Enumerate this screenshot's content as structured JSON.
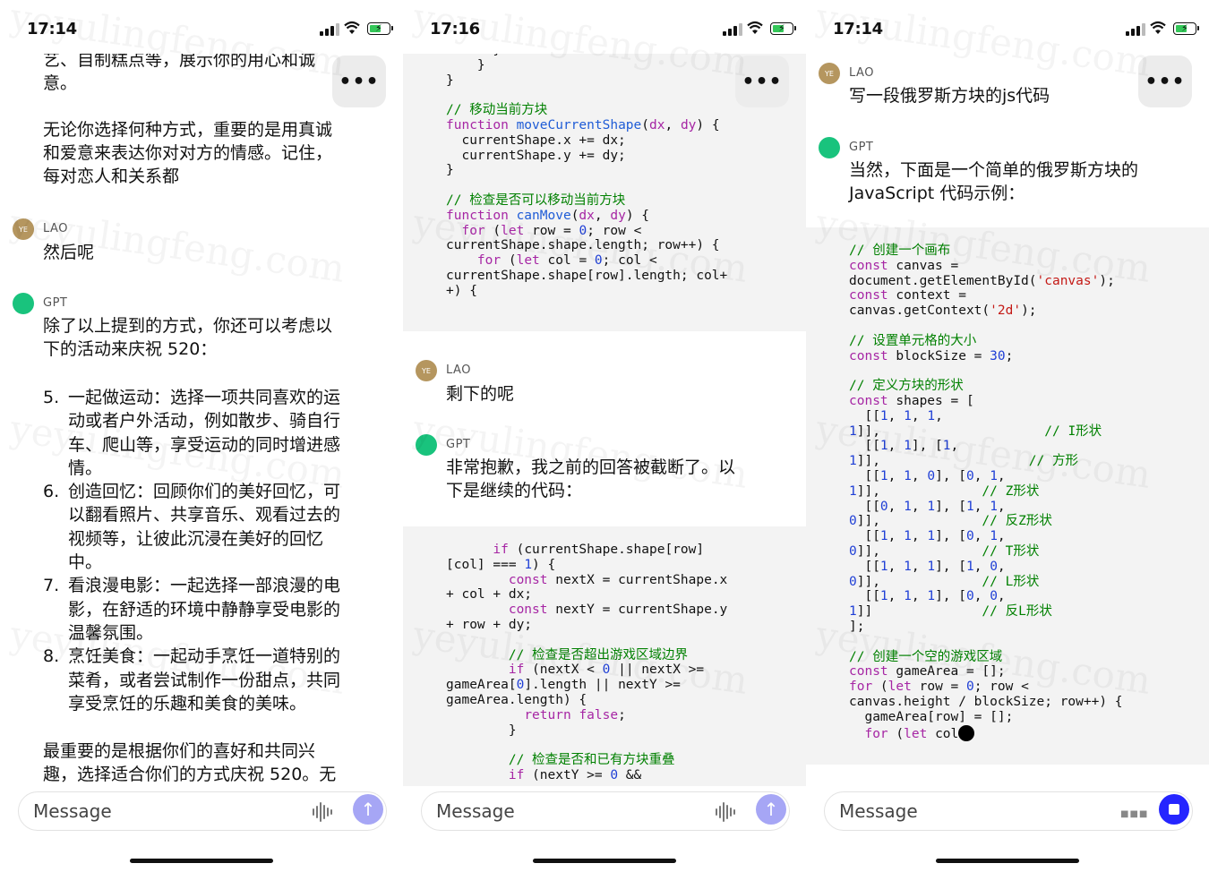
{
  "watermark": "yeyulingfeng.com",
  "screens": [
    {
      "time": "17:14",
      "input_placeholder": "Message",
      "top_text": "艺、自制糕点等，展示你的用心和诚\n意。",
      "p1": "无论你选择何种方式，重要的是用真诚\n和爱意来表达你对对方的情感。记住，\n每对恋人和关系都",
      "user_name": "LAO",
      "user_avatar": "YE",
      "user_msg": "然后呢",
      "gpt_name": "GPT",
      "gpt_intro": "除了以上提到的方式，你还可以考虑以\n下的活动来庆祝 520：",
      "list": [
        {
          "num": "5.",
          "text": "一起做运动：选择一项共同喜欢的运\n动或者户外活动，例如散步、骑自行\n车、爬山等，享受运动的同时增进感\n情。"
        },
        {
          "num": "6.",
          "text": "创造回忆：回顾你们的美好回忆，可\n以翻看照片、共享音乐、观看过去的\n视频等，让彼此沉浸在美好的回忆\n中。"
        },
        {
          "num": "7.",
          "text": "看浪漫电影：一起选择一部浪漫的电\n影，在舒适的环境中静静享受电影的\n温馨氛围。"
        },
        {
          "num": "8.",
          "text": "烹饪美食：一起动手烹饪一道特别的\n菜肴，或者尝试制作一份甜点，共同\n享受烹饪的乐趣和美食的美味。"
        }
      ],
      "closing": "最重要的是根据你们的喜好和共同兴\n趣，选择适合你们的方式庆祝 520。无"
    },
    {
      "time": "17:16",
      "input_placeholder": "Message",
      "user_name": "LAO",
      "user_avatar": "YE",
      "user_msg": "剩下的呢",
      "gpt_name": "GPT",
      "gpt_msg": "非常抱歉，我之前的回答被截断了。以\n下是继续的代码："
    },
    {
      "time": "17:14",
      "input_placeholder": "Message",
      "user_name": "LAO",
      "user_avatar": "YE",
      "user_msg": "写一段俄罗斯方块的js代码",
      "gpt_name": "GPT",
      "gpt_msg": "当然，下面是一个简单的俄罗斯方块的\nJavaScript 代码示例："
    }
  ],
  "code_b1": [
    [
      [
        "",
        "      }"
      ]
    ],
    [
      [
        "",
        "    }"
      ]
    ],
    [
      [
        "",
        "}"
      ]
    ],
    [
      [
        "",
        ""
      ]
    ],
    [
      [
        "cm",
        "// 移动当前方块"
      ]
    ],
    [
      [
        "kw",
        "function "
      ],
      [
        "fn",
        "moveCurrentShape"
      ],
      [
        "",
        "("
      ],
      [
        "kw",
        "dx"
      ],
      [
        "",
        ", "
      ],
      [
        "kw",
        "dy"
      ],
      [
        "",
        ") {"
      ]
    ],
    [
      [
        "",
        "  currentShape.x += dx;"
      ]
    ],
    [
      [
        "",
        "  currentShape.y += dy;"
      ]
    ],
    [
      [
        "",
        "}"
      ]
    ],
    [
      [
        "",
        ""
      ]
    ],
    [
      [
        "cm",
        "// 检查是否可以移动当前方块"
      ]
    ],
    [
      [
        "kw",
        "function "
      ],
      [
        "fn",
        "canMove"
      ],
      [
        "",
        "("
      ],
      [
        "kw",
        "dx"
      ],
      [
        "",
        ", "
      ],
      [
        "kw",
        "dy"
      ],
      [
        "",
        ") {"
      ]
    ],
    [
      [
        "",
        "  "
      ],
      [
        "kw",
        "for"
      ],
      [
        "",
        " ("
      ],
      [
        "kw",
        "let"
      ],
      [
        "",
        " row = "
      ],
      [
        "num",
        "0"
      ],
      [
        "",
        "; row <"
      ]
    ],
    [
      [
        "",
        "currentShape.shape.length; row++) {"
      ]
    ],
    [
      [
        "",
        "    "
      ],
      [
        "kw",
        "for"
      ],
      [
        "",
        " ("
      ],
      [
        "kw",
        "let"
      ],
      [
        "",
        " col = "
      ],
      [
        "num",
        "0"
      ],
      [
        "",
        "; col <"
      ]
    ],
    [
      [
        "",
        "currentShape.shape[row].length; col+"
      ]
    ],
    [
      [
        "",
        "+) {"
      ]
    ]
  ],
  "code_b2": [
    [
      [
        "",
        "      "
      ],
      [
        "kw",
        "if"
      ],
      [
        "",
        " (currentShape.shape[row]"
      ]
    ],
    [
      [
        "",
        "[col] === "
      ],
      [
        "num",
        "1"
      ],
      [
        "",
        ") {"
      ]
    ],
    [
      [
        "",
        "        "
      ],
      [
        "kw",
        "const"
      ],
      [
        "",
        " nextX = currentShape.x"
      ]
    ],
    [
      [
        "",
        "+ col + dx;"
      ]
    ],
    [
      [
        "",
        "        "
      ],
      [
        "kw",
        "const"
      ],
      [
        "",
        " nextY = currentShape.y"
      ]
    ],
    [
      [
        "",
        "+ row + dy;"
      ]
    ],
    [
      [
        "",
        ""
      ]
    ],
    [
      [
        "",
        "        "
      ],
      [
        "cm",
        "// 检查是否超出游戏区域边界"
      ]
    ],
    [
      [
        "",
        "        "
      ],
      [
        "kw",
        "if"
      ],
      [
        "",
        " (nextX < "
      ],
      [
        "num",
        "0"
      ],
      [
        "",
        " || nextX >="
      ]
    ],
    [
      [
        "",
        "gameArea["
      ],
      [
        "num",
        "0"
      ],
      [
        "",
        "].length || nextY >="
      ]
    ],
    [
      [
        "",
        "gameArea.length) {"
      ]
    ],
    [
      [
        "",
        "          "
      ],
      [
        "kw",
        "return"
      ],
      [
        "",
        " "
      ],
      [
        "kw",
        "false"
      ],
      [
        "",
        ";"
      ]
    ],
    [
      [
        "",
        "        }"
      ]
    ],
    [
      [
        "",
        ""
      ]
    ],
    [
      [
        "",
        "        "
      ],
      [
        "cm",
        "// 检查是否和已有方块重叠"
      ]
    ],
    [
      [
        "",
        "        "
      ],
      [
        "kw",
        "if"
      ],
      [
        "",
        " (nextY >= "
      ],
      [
        "num",
        "0"
      ],
      [
        "",
        " &&"
      ]
    ]
  ],
  "code_c": [
    [
      [
        "cm",
        "// 创建一个画布"
      ]
    ],
    [
      [
        "kw",
        "const"
      ],
      [
        "",
        " canvas ="
      ]
    ],
    [
      [
        "",
        "document.getElementById("
      ],
      [
        "str",
        "'canvas'"
      ],
      [
        "",
        ");"
      ]
    ],
    [
      [
        "kw",
        "const"
      ],
      [
        "",
        " context ="
      ]
    ],
    [
      [
        "",
        "canvas.getContext("
      ],
      [
        "str",
        "'2d'"
      ],
      [
        "",
        ");"
      ]
    ],
    [
      [
        "",
        ""
      ]
    ],
    [
      [
        "cm",
        "// 设置单元格的大小"
      ]
    ],
    [
      [
        "kw",
        "const"
      ],
      [
        "",
        " blockSize = "
      ],
      [
        "num",
        "30"
      ],
      [
        "",
        ";"
      ]
    ],
    [
      [
        "",
        ""
      ]
    ],
    [
      [
        "cm",
        "// 定义方块的形状"
      ]
    ],
    [
      [
        "kw",
        "const"
      ],
      [
        "",
        " shapes = ["
      ]
    ],
    [
      [
        "",
        "  [["
      ],
      [
        "num",
        "1"
      ],
      [
        "",
        ", "
      ],
      [
        "num",
        "1"
      ],
      [
        "",
        ", "
      ],
      [
        "num",
        "1"
      ],
      [
        "",
        ","
      ]
    ],
    [
      [
        "num",
        "1"
      ],
      [
        "",
        "]],                     "
      ],
      [
        "cm",
        "// I形状"
      ]
    ],
    [
      [
        "",
        "  [["
      ],
      [
        "num",
        "1"
      ],
      [
        "",
        ", "
      ],
      [
        "num",
        "1"
      ],
      [
        "",
        "], ["
      ],
      [
        "num",
        "1"
      ],
      [
        "",
        ","
      ]
    ],
    [
      [
        "num",
        "1"
      ],
      [
        "",
        "]],                   "
      ],
      [
        "cm",
        "// 方形"
      ]
    ],
    [
      [
        "",
        "  [["
      ],
      [
        "num",
        "1"
      ],
      [
        "",
        ", "
      ],
      [
        "num",
        "1"
      ],
      [
        "",
        ", "
      ],
      [
        "num",
        "0"
      ],
      [
        "",
        "], ["
      ],
      [
        "num",
        "0"
      ],
      [
        "",
        ", "
      ],
      [
        "num",
        "1"
      ],
      [
        "",
        ","
      ]
    ],
    [
      [
        "num",
        "1"
      ],
      [
        "",
        "]],             "
      ],
      [
        "cm",
        "// Z形状"
      ]
    ],
    [
      [
        "",
        "  [["
      ],
      [
        "num",
        "0"
      ],
      [
        "",
        ", "
      ],
      [
        "num",
        "1"
      ],
      [
        "",
        ", "
      ],
      [
        "num",
        "1"
      ],
      [
        "",
        "], ["
      ],
      [
        "num",
        "1"
      ],
      [
        "",
        ", "
      ],
      [
        "num",
        "1"
      ],
      [
        "",
        ","
      ]
    ],
    [
      [
        "num",
        "0"
      ],
      [
        "",
        "]],             "
      ],
      [
        "cm",
        "// 反Z形状"
      ]
    ],
    [
      [
        "",
        "  [["
      ],
      [
        "num",
        "1"
      ],
      [
        "",
        ", "
      ],
      [
        "num",
        "1"
      ],
      [
        "",
        ", "
      ],
      [
        "num",
        "1"
      ],
      [
        "",
        "], ["
      ],
      [
        "num",
        "0"
      ],
      [
        "",
        ", "
      ],
      [
        "num",
        "1"
      ],
      [
        "",
        ","
      ]
    ],
    [
      [
        "num",
        "0"
      ],
      [
        "",
        "]],             "
      ],
      [
        "cm",
        "// T形状"
      ]
    ],
    [
      [
        "",
        "  [["
      ],
      [
        "num",
        "1"
      ],
      [
        "",
        ", "
      ],
      [
        "num",
        "1"
      ],
      [
        "",
        ", "
      ],
      [
        "num",
        "1"
      ],
      [
        "",
        "], ["
      ],
      [
        "num",
        "1"
      ],
      [
        "",
        ", "
      ],
      [
        "num",
        "0"
      ],
      [
        "",
        ","
      ]
    ],
    [
      [
        "num",
        "0"
      ],
      [
        "",
        "]],             "
      ],
      [
        "cm",
        "// L形状"
      ]
    ],
    [
      [
        "",
        "  [["
      ],
      [
        "num",
        "1"
      ],
      [
        "",
        ", "
      ],
      [
        "num",
        "1"
      ],
      [
        "",
        ", "
      ],
      [
        "num",
        "1"
      ],
      [
        "",
        "], ["
      ],
      [
        "num",
        "0"
      ],
      [
        "",
        ", "
      ],
      [
        "num",
        "0"
      ],
      [
        "",
        ","
      ]
    ],
    [
      [
        "num",
        "1"
      ],
      [
        "",
        "]]              "
      ],
      [
        "cm",
        "// 反L形状"
      ]
    ],
    [
      [
        "",
        "];"
      ]
    ],
    [
      [
        "",
        ""
      ]
    ],
    [
      [
        "cm",
        "// 创建一个空的游戏区域"
      ]
    ],
    [
      [
        "kw",
        "const"
      ],
      [
        "",
        " gameArea = [];"
      ]
    ],
    [
      [
        "kw",
        "for"
      ],
      [
        "",
        " ("
      ],
      [
        "kw",
        "let"
      ],
      [
        "",
        " row = "
      ],
      [
        "num",
        "0"
      ],
      [
        "",
        "; row <"
      ]
    ],
    [
      [
        "",
        "canvas.height / blockSize; row++) {"
      ]
    ],
    [
      [
        "",
        "  gameArea[row] = [];"
      ]
    ],
    [
      [
        "",
        "  "
      ],
      [
        "kw",
        "for"
      ],
      [
        "",
        " ("
      ],
      [
        "kw",
        "let"
      ],
      [
        "",
        " col"
      ]
    ]
  ]
}
